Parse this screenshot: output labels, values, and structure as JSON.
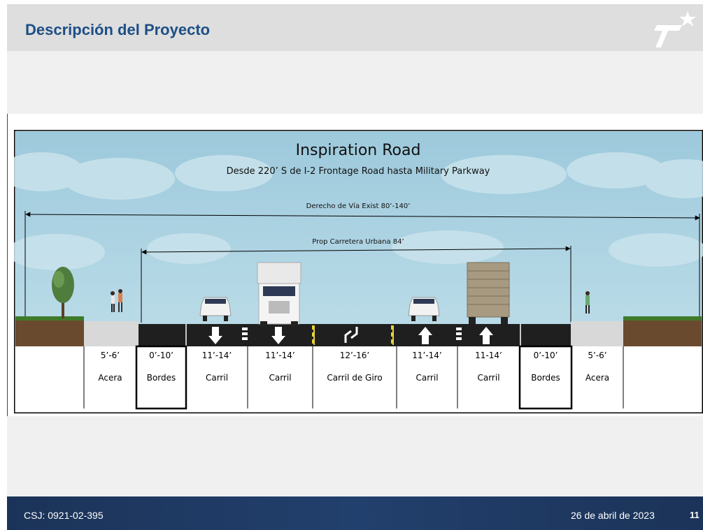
{
  "header": {
    "title": "Descripción del Proyecto",
    "logo_icon": "txdot-star-logo-icon"
  },
  "diagram": {
    "title": "Inspiration Road",
    "subtitle": "Desde 220’ S de I-2 Frontage Road hasta Military Parkway",
    "row_dimension": "Derecho de Vía Exist 80’-140’",
    "proposed_dimension": "Prop Carretera Urbana 84’",
    "sky_color": "#a9cfdf",
    "segments": [
      {
        "width": "5’-6’",
        "label": "Acera"
      },
      {
        "width": "0’-10’",
        "label": "Bordes"
      },
      {
        "width": "11’-14’",
        "label": "Carril"
      },
      {
        "width": "11’-14’",
        "label": "Carril"
      },
      {
        "width": "12’-16’",
        "label": "Carril de Giro"
      },
      {
        "width": "11’-14’",
        "label": "Carril"
      },
      {
        "width": "11-14’",
        "label": "Carril"
      },
      {
        "width": "0’-10’",
        "label": "Bordes"
      },
      {
        "width": "5’-6’",
        "label": "Acera"
      }
    ]
  },
  "footer": {
    "csj": "CSJ: 0921-02-395",
    "date": "26 de abril de 2023",
    "page": "11"
  }
}
